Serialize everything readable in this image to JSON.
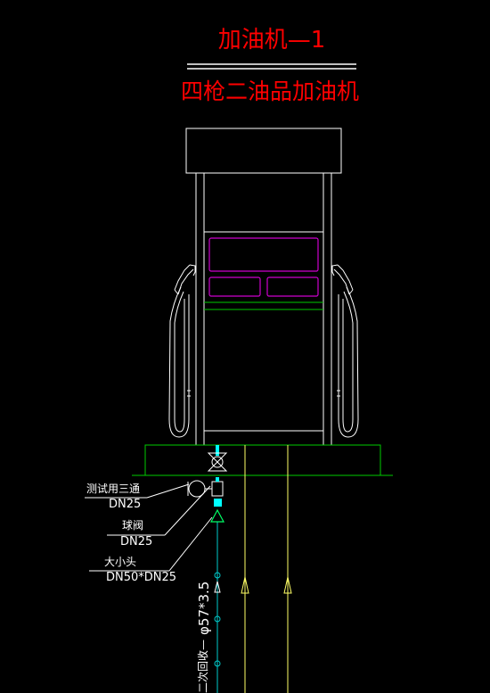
{
  "drawing": {
    "title": "加油机—1",
    "subtitle": "四枪二油品加油机",
    "labels": {
      "tee_name": "测试用三通",
      "tee_size": "DN25",
      "ball_valve_name": "球阀",
      "ball_valve_size": "DN25",
      "reducer_name": "大小头",
      "reducer_size": "DN50*DN25",
      "pipe_size": "φ57*3.5",
      "pipe_name": "二次回收—"
    },
    "colors": {
      "background": "#000000",
      "title": "#ff0000",
      "outline": "#ffffff",
      "display": "#cc00cc",
      "base": "#00cc00",
      "vapor_pipe": "#00cccc",
      "fuel_pipe": "#ffff66",
      "fitting": "#00ffff"
    }
  }
}
